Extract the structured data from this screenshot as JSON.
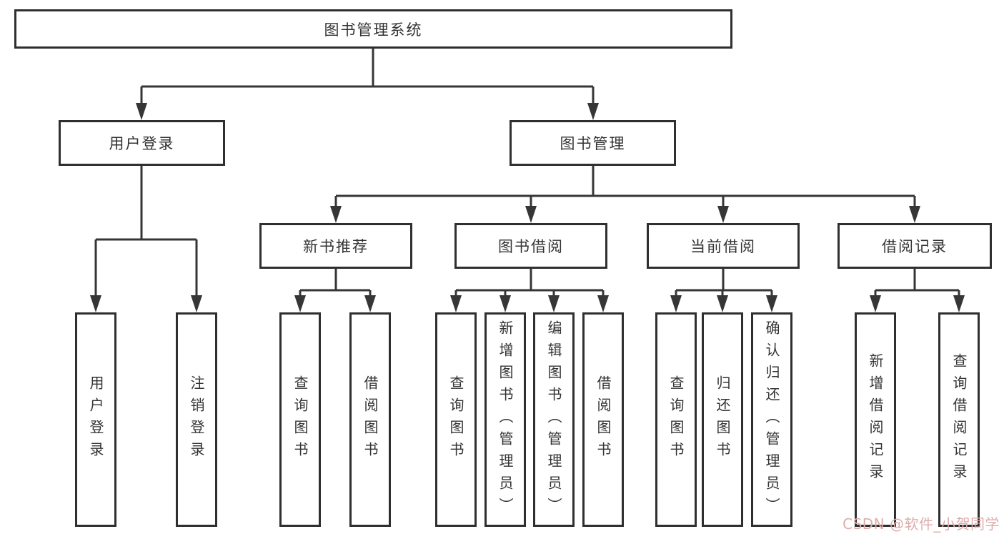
{
  "app": {
    "type": "hierarchy-diagram",
    "background": "#ffffff"
  },
  "colors": {
    "line": "#363636",
    "box_border": "#2f2f2f",
    "text": "#333333",
    "watermark_text": "#dfabab",
    "background": "#ffffff"
  },
  "nodes": {
    "root": {
      "label": "图书管理系统"
    },
    "level2": [
      {
        "label": "用户登录"
      },
      {
        "label": "图书管理"
      }
    ],
    "level3": [
      {
        "label": "新书推荐"
      },
      {
        "label": "图书借阅"
      },
      {
        "label": "当前借阅"
      },
      {
        "label": "借阅记录"
      }
    ],
    "leaves": [
      {
        "label": "用户登录"
      },
      {
        "label": "注销登录"
      },
      {
        "label": "查询图书"
      },
      {
        "label": "借阅图书"
      },
      {
        "label": "查询图书"
      },
      {
        "label": "新增图书（管理员）"
      },
      {
        "label": "编辑图书（管理员）"
      },
      {
        "label": "借阅图书"
      },
      {
        "label": "查询图书"
      },
      {
        "label": "归还图书"
      },
      {
        "label": "确认归还（管理员）"
      },
      {
        "label": "新增借阅记录"
      },
      {
        "label": "查询借阅记录"
      }
    ]
  },
  "watermark": {
    "label": "CSDN @软件_小贺同学"
  }
}
